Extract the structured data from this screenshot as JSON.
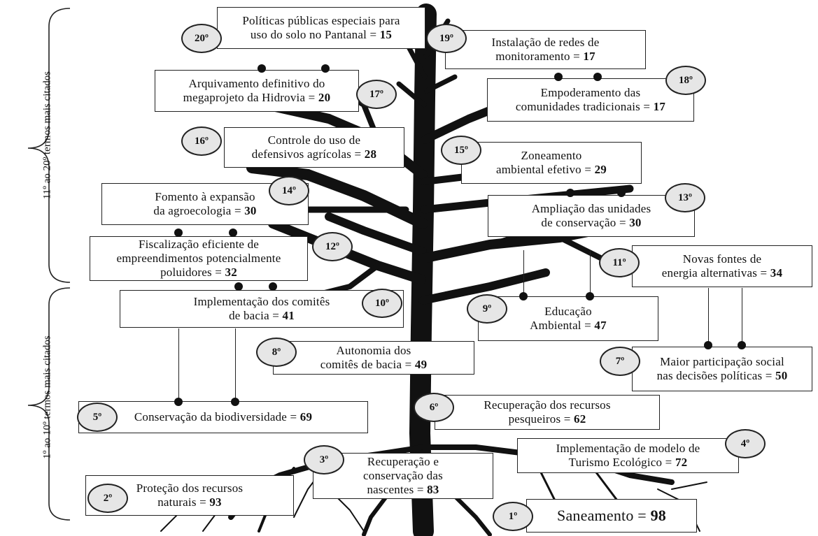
{
  "side_labels": {
    "top": "11º ao 20º termos mais citados",
    "bottom": "1º ao 10º termos mais citados"
  },
  "items": [
    {
      "rank": "20º",
      "lines": [
        "Políticas públicas especiais para",
        "uso do solo no Pantanal = "
      ],
      "value": "15"
    },
    {
      "rank": "19º",
      "lines": [
        "Instalação de redes de",
        "monitoramento = "
      ],
      "value": "17"
    },
    {
      "rank": "18º",
      "lines": [
        "Empoderamento das",
        "comunidades tradicionais = "
      ],
      "value": "17"
    },
    {
      "rank": "17º",
      "lines": [
        "Arquivamento definitivo do",
        "megaprojeto da Hidrovia = "
      ],
      "value": "20"
    },
    {
      "rank": "16º",
      "lines": [
        "Controle do uso de",
        "defensivos agrícolas = "
      ],
      "value": "28"
    },
    {
      "rank": "15º",
      "lines": [
        "Zoneamento",
        "ambiental efetivo = "
      ],
      "value": "29"
    },
    {
      "rank": "14º",
      "lines": [
        "Fomento à expansão",
        "da agroecologia = "
      ],
      "value": "30"
    },
    {
      "rank": "13º",
      "lines": [
        "Ampliação das unidades",
        "de conservação = "
      ],
      "value": "30"
    },
    {
      "rank": "12º",
      "lines": [
        "Fiscalização eficiente de",
        "empreendimentos potencialmente",
        "poluidores = "
      ],
      "value": "32"
    },
    {
      "rank": "11º",
      "lines": [
        "Novas fontes de",
        "energia alternativas = "
      ],
      "value": "34"
    },
    {
      "rank": "10º",
      "lines": [
        "Implementação dos comitês",
        "de bacia = "
      ],
      "value": "41"
    },
    {
      "rank": "9º",
      "lines": [
        "Educação",
        "Ambiental = "
      ],
      "value": "47"
    },
    {
      "rank": "8º",
      "lines": [
        "Autonomia dos",
        "comitês de bacia = "
      ],
      "value": "49"
    },
    {
      "rank": "7º",
      "lines": [
        "Maior participação social",
        "nas decisões políticas = "
      ],
      "value": "50"
    },
    {
      "rank": "6º",
      "lines": [
        "Recuperação dos recursos",
        "pesqueiros = "
      ],
      "value": "62"
    },
    {
      "rank": "5º",
      "lines": [
        "Conservação da biodiversidade = "
      ],
      "value": "69"
    },
    {
      "rank": "4º",
      "lines": [
        "Implementação de modelo de",
        "Turismo Ecológico = "
      ],
      "value": "72"
    },
    {
      "rank": "3º",
      "lines": [
        "Recuperação e",
        "conservação das",
        "nascentes = "
      ],
      "value": "83"
    },
    {
      "rank": "2º",
      "lines": [
        "Proteção dos recursos",
        "naturais = "
      ],
      "value": "93"
    },
    {
      "rank": "1º",
      "lines": [
        "Saneamento = "
      ],
      "value": "98"
    }
  ]
}
